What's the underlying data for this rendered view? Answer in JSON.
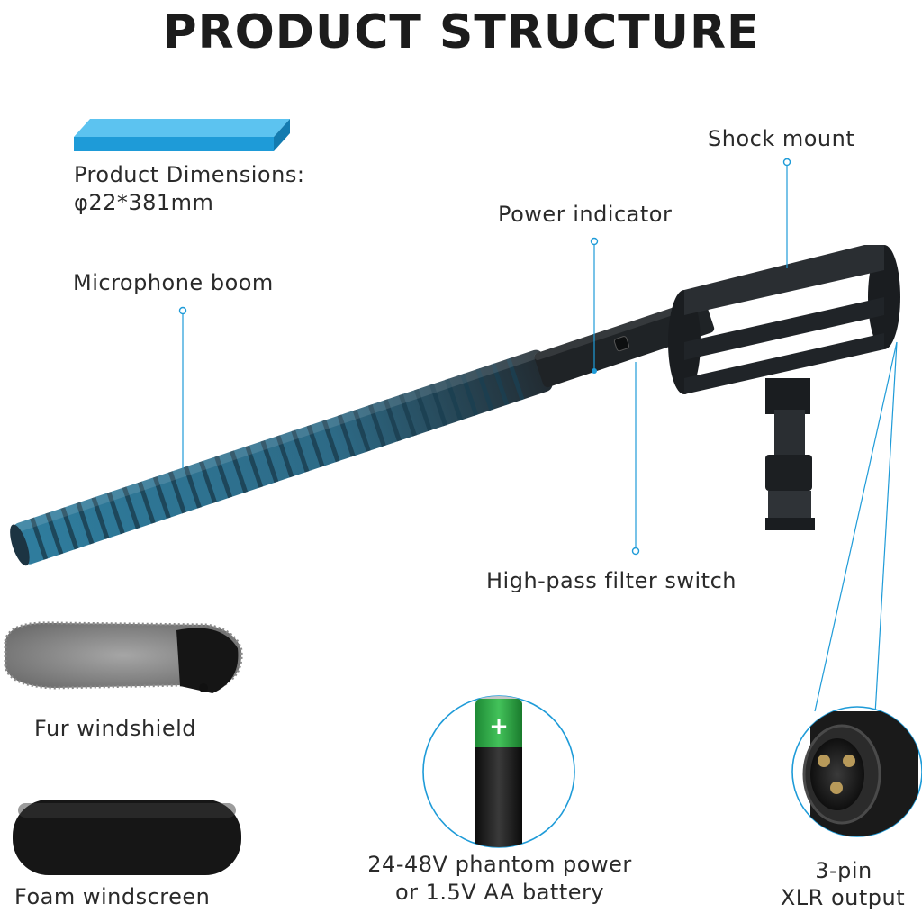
{
  "title": "PRODUCT STRUCTURE",
  "dimensions": {
    "label": "Product Dimensions:",
    "value": "φ22*381mm"
  },
  "callouts": {
    "shock_mount": "Shock mount",
    "power_indicator": "Power indicator",
    "microphone_boom": "Microphone boom",
    "hpf_switch": "High-pass filter switch",
    "xlr_line1": "3-pin",
    "xlr_line2": "XLR output"
  },
  "accessories": {
    "fur": "Fur windshield",
    "foam": "Foam windscreen"
  },
  "power": {
    "line1": "24-48V phantom power",
    "line2": "or 1.5V AA battery"
  },
  "colors": {
    "accent": "#1e9bd8",
    "boom": "#2e6f8a",
    "body": "#1f2326"
  }
}
